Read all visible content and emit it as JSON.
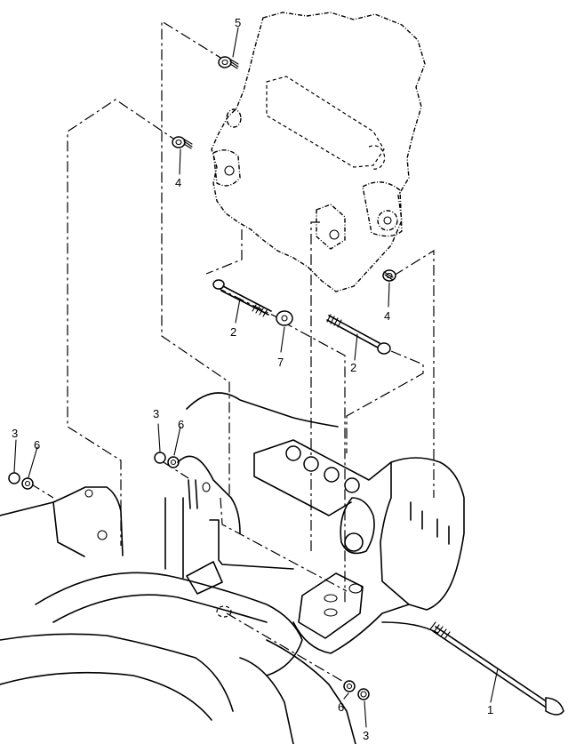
{
  "callouts": {
    "c1": "1",
    "c2a": "2",
    "c2b": "2",
    "c3a": "3",
    "c3b": "3",
    "c3c": "3",
    "c4a": "4",
    "c4b": "4",
    "c5": "5",
    "c6a": "6",
    "c6b": "6",
    "c6c": "6",
    "c7": "7"
  }
}
